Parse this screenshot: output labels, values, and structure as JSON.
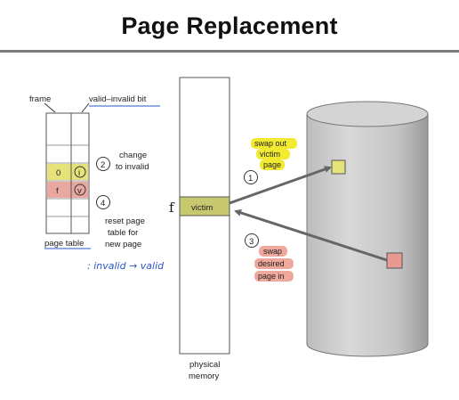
{
  "title": "Page Replacement",
  "page_table": {
    "frame_label": "frame",
    "valid_invalid_label": "valid–invalid bit",
    "row_invalid_frame": "0",
    "row_invalid_bit": "i",
    "row_victim_frame": "f",
    "row_victim_bit": "v",
    "caption": "page table"
  },
  "steps": {
    "step1": "1",
    "step2": "2",
    "step3": "3",
    "step4": "4"
  },
  "notes": {
    "change_line1": "change",
    "change_line2": "to invalid",
    "reset_line1": "reset page",
    "reset_line2": "table for",
    "reset_line3": "new page",
    "swap_out_line1": "swap out",
    "swap_out_line2": "victim",
    "swap_out_line3": "page",
    "swap_in_line1": "swap",
    "swap_in_line2": "desired",
    "swap_in_line3": "page in",
    "handwritten_annotation": ": invalid → valid"
  },
  "memory": {
    "victim_label": "victim",
    "frame_marker": "f",
    "caption_line1": "physical",
    "caption_line2": "memory"
  },
  "colors": {
    "yellow": "#e6e27a",
    "pink": "#e8a8a0",
    "victim_fill": "#c8c86e",
    "arrow": "#666666",
    "ink": "#2a55c8"
  }
}
